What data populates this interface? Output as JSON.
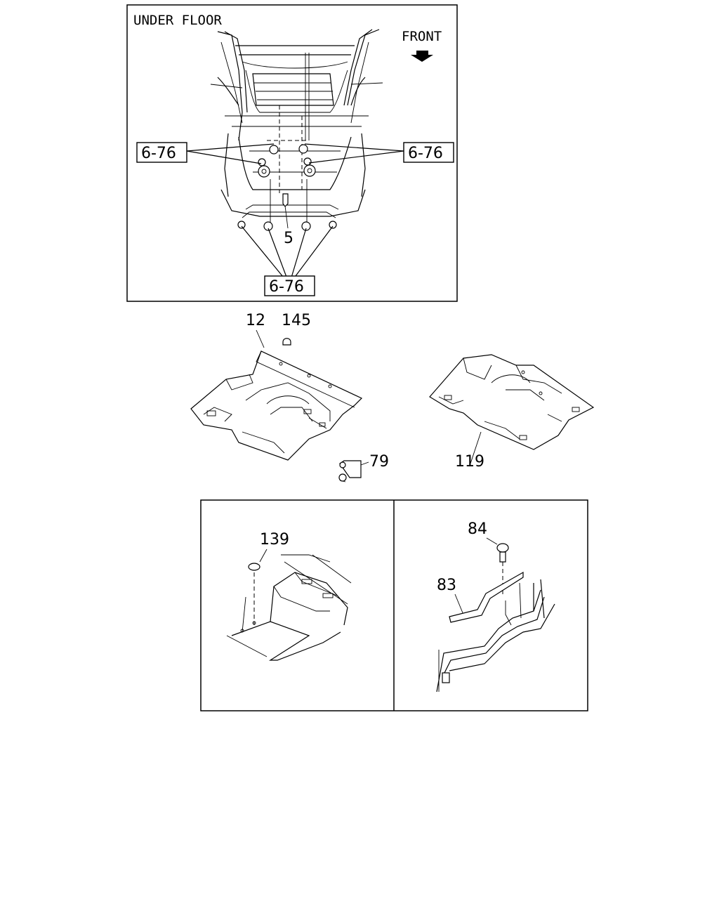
{
  "panels": {
    "under_floor": {
      "title": "UNDER FLOOR",
      "direction_label": "FRONT",
      "ref_left": "6-76",
      "ref_right": "6-76",
      "ref_bottom": "6-76",
      "part_5": "5"
    },
    "main_parts": {
      "part_12": "12",
      "part_145": "145",
      "part_79": "79",
      "part_119": "119"
    },
    "detail_left": {
      "part_139": "139"
    },
    "detail_right": {
      "part_84": "84",
      "part_83": "83"
    }
  },
  "icons": {
    "front_arrow": "down-arrow-icon"
  }
}
